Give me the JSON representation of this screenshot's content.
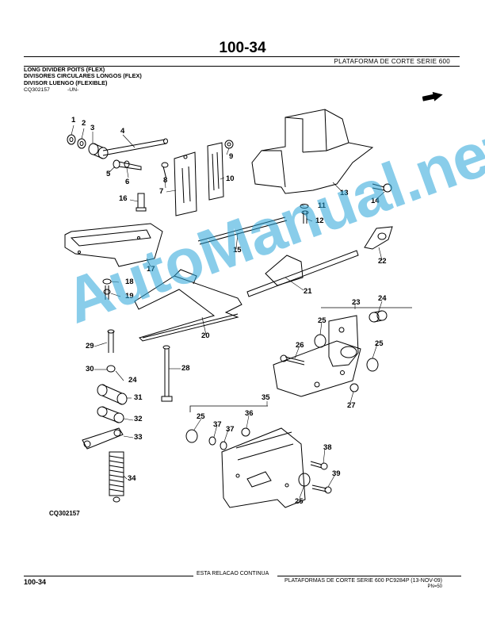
{
  "header": {
    "page_number": "100-34",
    "section_title": "PLATAFORMA DE CORTE SERIE 600"
  },
  "titles": [
    "LONG DIVIDER POITS (FLEX)",
    "DIVISORES CIRCULARES LONGOS (FLEX)",
    "DIVISOR LUENGO (FLEXIBLE)"
  ],
  "figure_ref": "CQ302157",
  "unit_label": "-UN-",
  "figure_label": "CQ302157",
  "watermark": "AutoManual.net",
  "icons": {
    "nav_arrow": "right-arrow-icon"
  },
  "callouts": {
    "c1": "1",
    "c2": "2",
    "c3": "3",
    "c4": "4",
    "c5": "5",
    "c6": "6",
    "c7": "7",
    "c8": "8",
    "c9": "9",
    "c10": "10",
    "c11": "11",
    "c12": "12",
    "c13": "13",
    "c14": "14",
    "c15": "15",
    "c16": "16",
    "c17": "17",
    "c18": "18",
    "c19": "19",
    "c20": "20",
    "c21": "21",
    "c22": "22",
    "c23": "23",
    "c24a": "24",
    "c24b": "24",
    "c25a": "25",
    "c25b": "25",
    "c25c": "25",
    "c25d": "25",
    "c26": "26",
    "c27": "27",
    "c28": "28",
    "c29": "29",
    "c30": "30",
    "c31": "31",
    "c32": "32",
    "c33": "33",
    "c34": "34",
    "c35": "35",
    "c36": "36",
    "c37a": "37",
    "c37b": "37",
    "c38": "38",
    "c39": "39"
  },
  "footer": {
    "continues": "ESTA RELACAO CONTINUA",
    "page_number": "100-34",
    "catalog_info": "PLATAFORMAS DE CORTE SERIE 600   PC9284P   (13-NOV-09)",
    "pn": "PN=50"
  }
}
